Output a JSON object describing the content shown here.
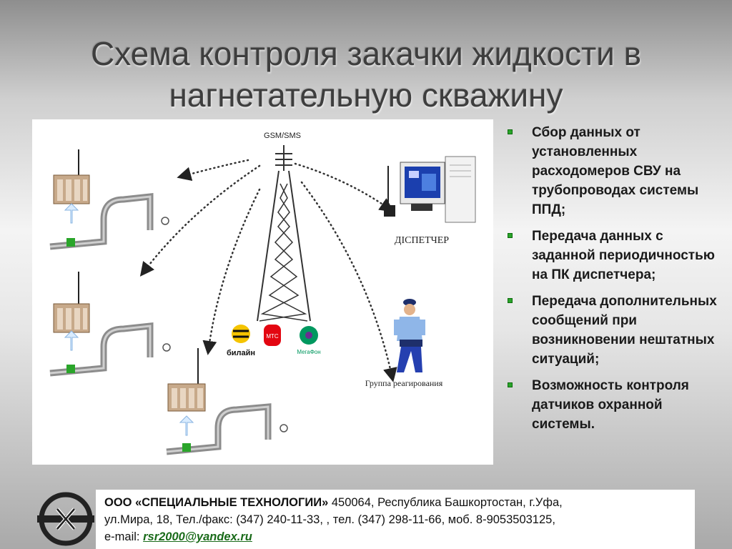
{
  "slide": {
    "title": "Схема контроля закачки жидкости в нагнетательную скважину"
  },
  "diagram": {
    "gsm_label": "GSM/SMS",
    "dispatcher_label": "ДІСПЕТЧЕР",
    "response_group_label": "Группа реагирования",
    "operators": [
      {
        "name": "билайн",
        "color": "#f5c400"
      },
      {
        "name": "МТС",
        "color": "#e30611"
      },
      {
        "name": "МегаФон",
        "color": "#00985f"
      }
    ]
  },
  "bullets": [
    "Сбор данных от установленных расходомеров СВУ на трубопроводах системы ППД;",
    "Передача данных с заданной периодичностью на ПК диспетчера;",
    "Передача дополнительных сообщений при возникновении нештатных ситуаций;",
    "Возможность контроля датчиков охранной системы."
  ],
  "footer": {
    "company": "ООО  «СПЕЦИАЛЬНЫЕ ТЕХНОЛОГИИ»",
    "address": " 450064, Республика Башкортостан, г.Уфа,",
    "line2": "ул.Мира, 18, Тел./факс: (347) 240-11-33, , тел. (347) 298-11-66, моб. 8-9053503125,",
    "email_label": "e-mail: ",
    "email": "rsr2000@yandex.ru"
  },
  "colors": {
    "bullet_marker": "#2aa52a",
    "email_link": "#1a6b1a",
    "title": "#3e3e3e"
  }
}
